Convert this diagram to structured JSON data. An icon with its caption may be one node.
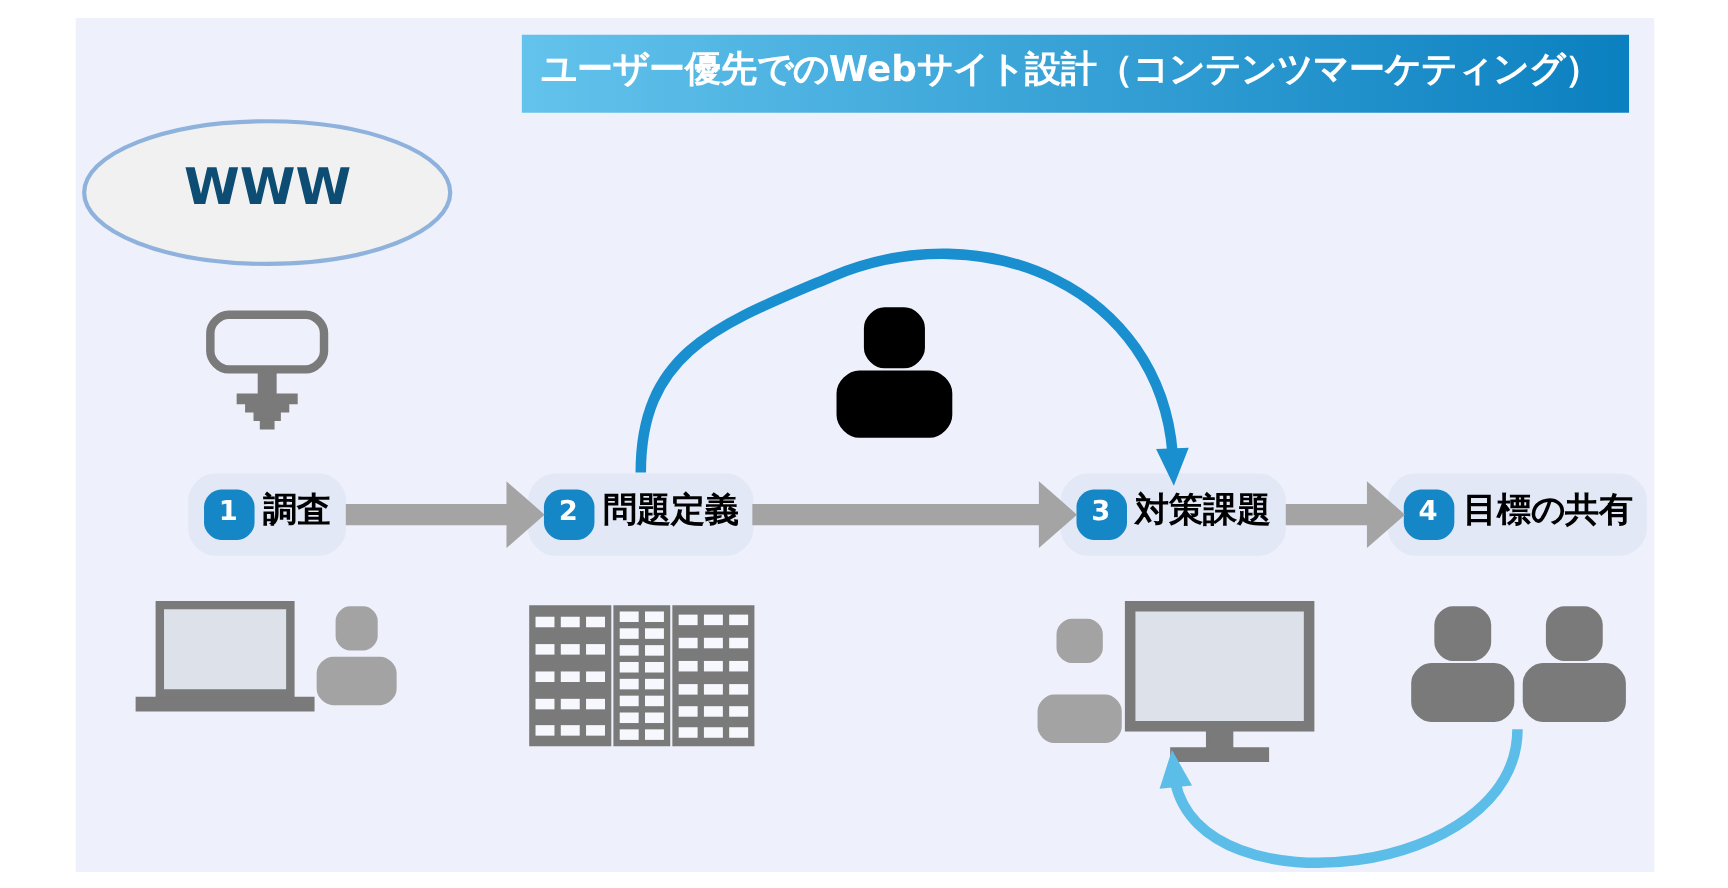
{
  "diagram": {
    "title": "ユーザー優先でのWebサイト設計（コンテンツマーケティング）",
    "nodes": [
      {
        "text": [
          "WWW"
        ]
      },
      {
        "text": [],
        "shape": "picture"
      },
      {
        "text": [
          "1",
          "調査"
        ]
      },
      {
        "text": [],
        "shape": "picture"
      },
      {
        "text": [
          "2",
          "問題定義"
        ]
      },
      {
        "text": [],
        "shape": "picture"
      },
      {
        "text": [],
        "shape": "person"
      },
      {
        "text": [
          "3",
          "対策課題"
        ]
      },
      {
        "text": [],
        "shape": "picture"
      },
      {
        "text": [
          "4",
          "目標の共有"
        ]
      },
      {
        "text": [],
        "shape": "person"
      }
    ],
    "edges": [
      {
        "from": 2,
        "to": 4,
        "arrow": "to"
      },
      {
        "from": 4,
        "to": 7,
        "arrow": "to"
      },
      {
        "from": 7,
        "to": 9,
        "arrow": "to"
      },
      {
        "from": 4,
        "to": 7,
        "arrow": "to",
        "color": "#1a8fd0"
      },
      {
        "from": 10,
        "to": 8,
        "arrow": "to",
        "color": "#5cbde8"
      }
    ]
  }
}
